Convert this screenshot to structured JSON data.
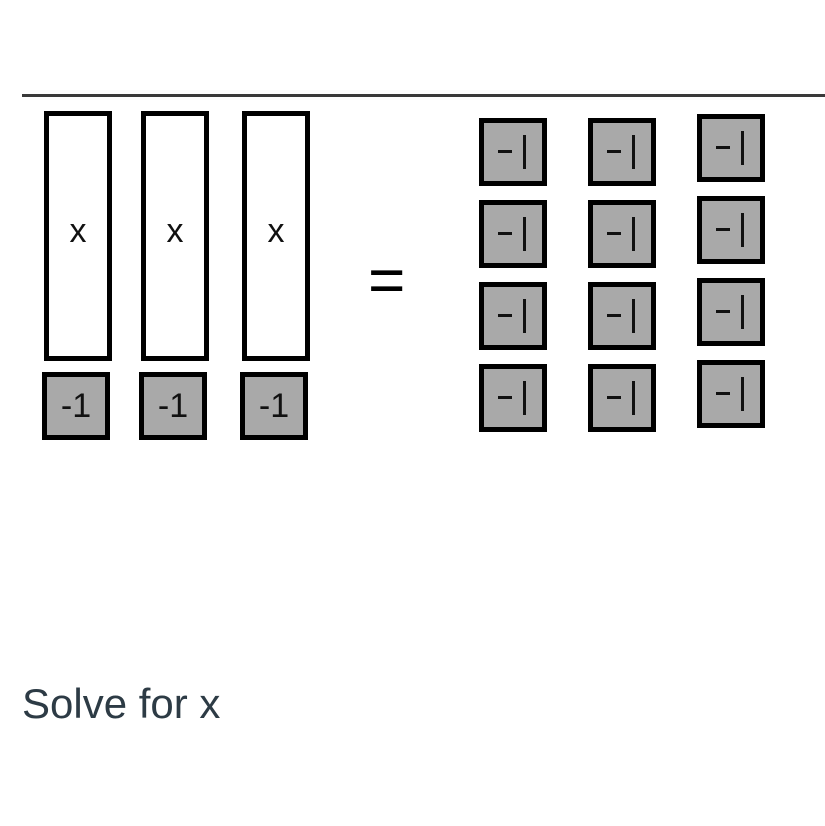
{
  "left_side": {
    "x_tiles": [
      "x",
      "x",
      "x"
    ],
    "neg_one_tiles": [
      "-1",
      "-1",
      "-1"
    ]
  },
  "equals": "=",
  "right_side": {
    "unit_tile_label": "-1",
    "count": 12,
    "columns": 3,
    "rows": 4
  },
  "prompt": "Solve for x"
}
